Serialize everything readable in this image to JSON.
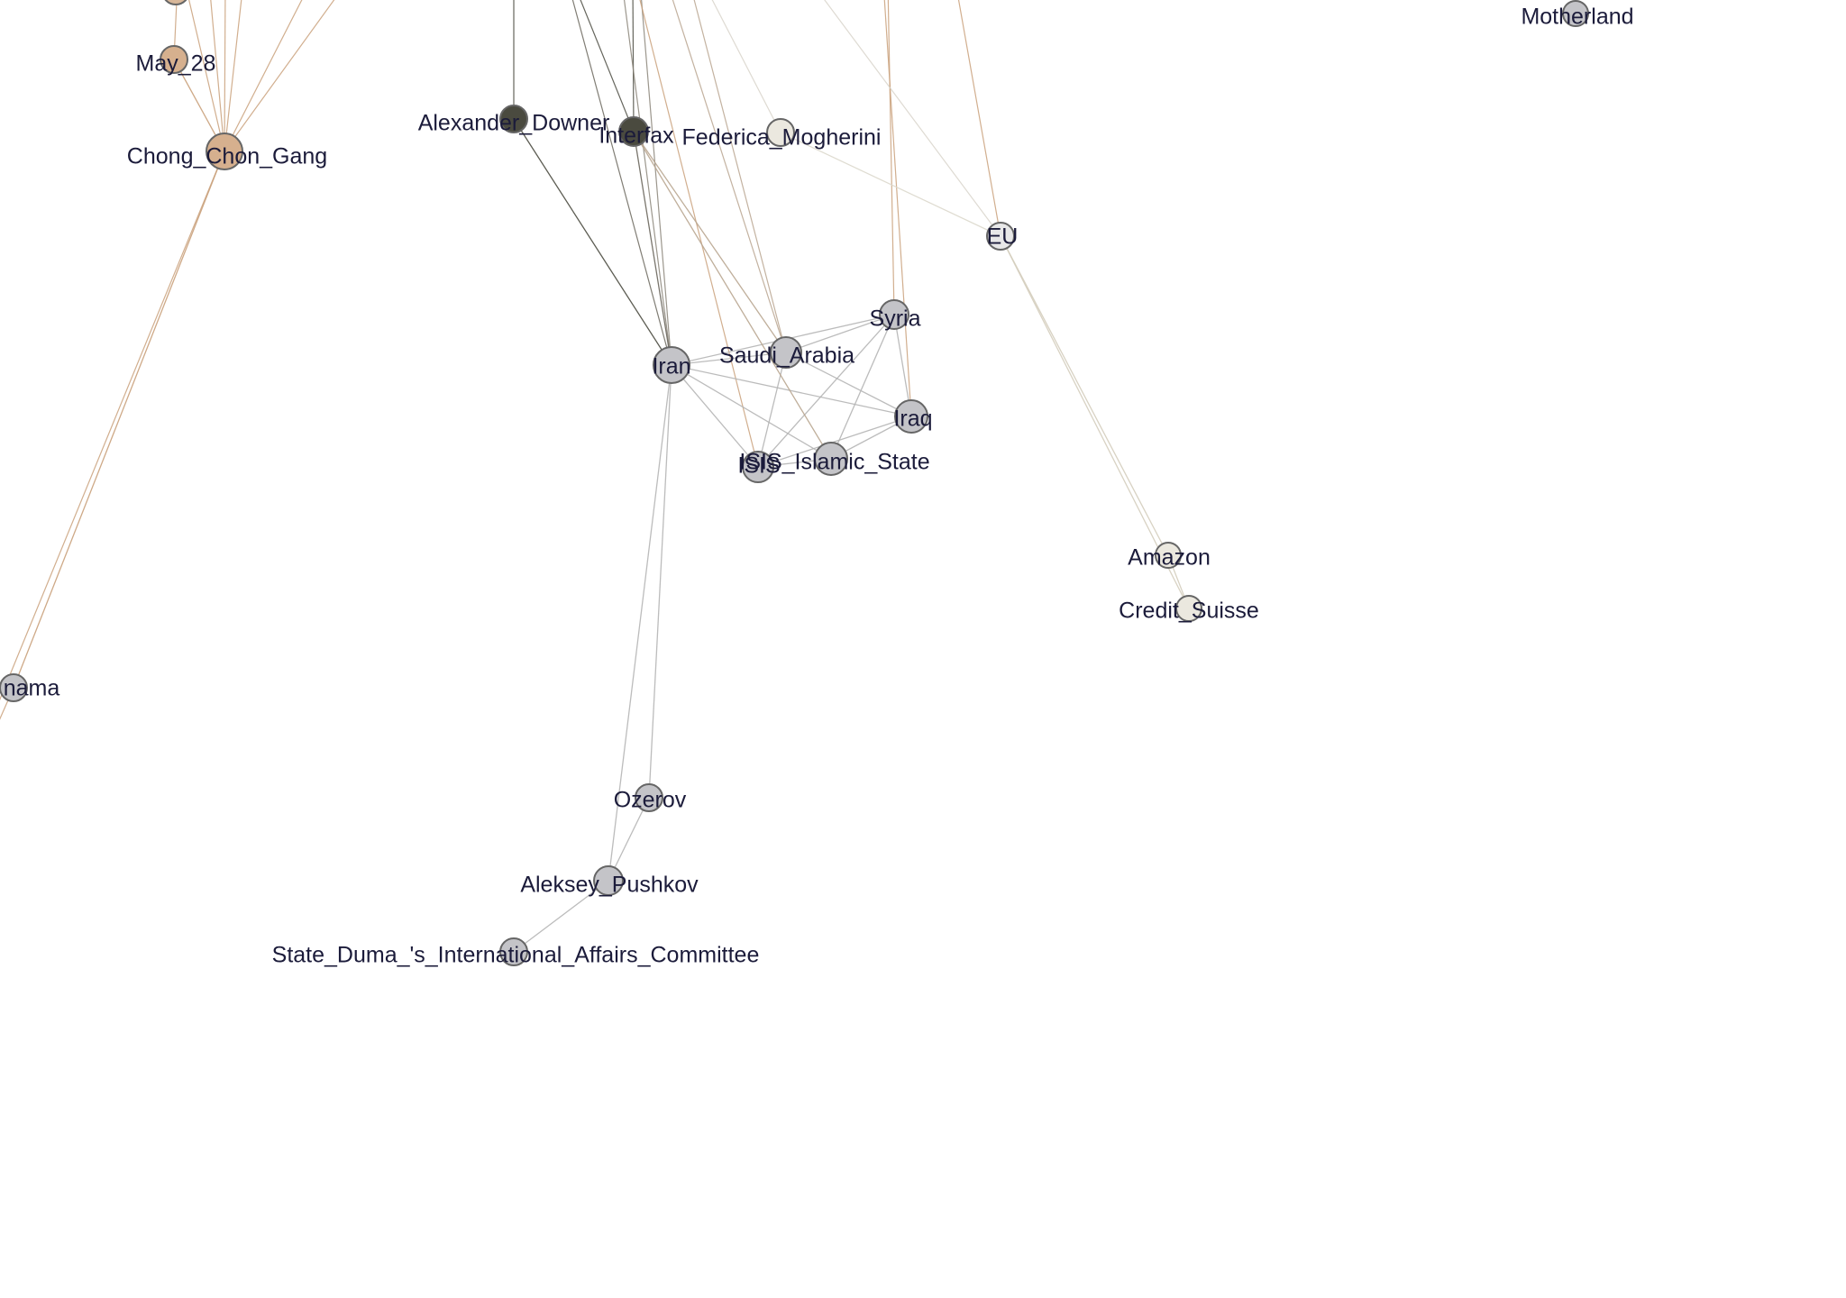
{
  "graph": {
    "nodes": [
      {
        "id": "partial_top",
        "label": "",
        "color": "#d8b799"
      },
      {
        "id": "May_28",
        "label": "May_28",
        "color": "#d6b08e"
      },
      {
        "id": "Chong_Chon_Gang",
        "label": "Chong_Chon_Gang",
        "color": "#d6b08e"
      },
      {
        "id": "Alexander_Downer",
        "label": "Alexander_Downer",
        "color": "#4a4a3f"
      },
      {
        "id": "Interfax",
        "label": "Interfax",
        "color": "#4a4a3f"
      },
      {
        "id": "Federica_Mogherini",
        "label": "Federica_Mogherini",
        "color": "#ebe8df"
      },
      {
        "id": "EU",
        "label": "EU",
        "color": "#e8e8e8"
      },
      {
        "id": "Motherland",
        "label": "Motherland",
        "color": "#c4c4c8"
      },
      {
        "id": "Syria",
        "label": "Syria",
        "color": "#c4c4c8"
      },
      {
        "id": "Saudi_Arabia",
        "label": "Saudi_Arabia",
        "color": "#c4c4c8"
      },
      {
        "id": "Iran",
        "label": "Iran",
        "color": "#c4c4c8"
      },
      {
        "id": "Iraq",
        "label": "Iraq",
        "color": "#c4c4c8"
      },
      {
        "id": "ISIS",
        "label": "ISIS",
        "color": "#c4c4c8"
      },
      {
        "id": "Islamic_State",
        "label": "ISIS_Islamic_State",
        "color": "#c4c4c8"
      },
      {
        "id": "Amazon",
        "label": "Amazon",
        "color": "#ebe8df"
      },
      {
        "id": "Credit_Suisse",
        "label": "Credit_Suisse",
        "color": "#ebe8df"
      },
      {
        "id": "Panama",
        "label": "nama",
        "color": "#c4c4c8"
      },
      {
        "id": "Ozerov",
        "label": "Ozerov",
        "color": "#c4c4c8"
      },
      {
        "id": "Aleksey_Pushkov",
        "label": "Aleksey_Pushkov",
        "color": "#c4c4c8"
      },
      {
        "id": "State_Duma_Committee",
        "label": "State_Duma_'s_International_Affairs_Committee",
        "color": "#c4c4c8"
      }
    ],
    "edges": [
      {
        "source": "May_28",
        "target": "Chong_Chon_Gang",
        "color": "#c9a07a"
      },
      {
        "source": "Chong_Chon_Gang",
        "target": "Panama",
        "color": "#c9a07a"
      },
      {
        "source": "Iran",
        "target": "Saudi_Arabia",
        "color": "#b5b5b5"
      },
      {
        "source": "Iran",
        "target": "Syria",
        "color": "#b5b5b5"
      },
      {
        "source": "Iran",
        "target": "Iraq",
        "color": "#b5b5b5"
      },
      {
        "source": "Iran",
        "target": "ISIS",
        "color": "#b5b5b5"
      },
      {
        "source": "Iran",
        "target": "Islamic_State",
        "color": "#b5b5b5"
      },
      {
        "source": "Saudi_Arabia",
        "target": "Syria",
        "color": "#b5b5b5"
      },
      {
        "source": "Saudi_Arabia",
        "target": "Iraq",
        "color": "#b5b5b5"
      },
      {
        "source": "Saudi_Arabia",
        "target": "ISIS",
        "color": "#b5b5b5"
      },
      {
        "source": "Syria",
        "target": "Iraq",
        "color": "#b5b5b5"
      },
      {
        "source": "Syria",
        "target": "ISIS",
        "color": "#b5b5b5"
      },
      {
        "source": "Syria",
        "target": "Islamic_State",
        "color": "#b5b5b5"
      },
      {
        "source": "Iraq",
        "target": "Islamic_State",
        "color": "#b5b5b5"
      },
      {
        "source": "Iraq",
        "target": "ISIS",
        "color": "#b5b5b5"
      },
      {
        "source": "ISIS",
        "target": "Islamic_State",
        "color": "#b5b5b5"
      },
      {
        "source": "Iran",
        "target": "Ozerov",
        "color": "#b5b5b5"
      },
      {
        "source": "Iran",
        "target": "Aleksey_Pushkov",
        "color": "#b5b5b5"
      },
      {
        "source": "Ozerov",
        "target": "Aleksey_Pushkov",
        "color": "#b5b5b5"
      },
      {
        "source": "Aleksey_Pushkov",
        "target": "State_Duma_Committee",
        "color": "#b5b5b5"
      },
      {
        "source": "Alexander_Downer",
        "target": "Iran",
        "color": "#4a4a3f"
      },
      {
        "source": "Interfax",
        "target": "Iran",
        "color": "#6a665c"
      },
      {
        "source": "Interfax",
        "target": "Saudi_Arabia",
        "color": "#b8a58f"
      },
      {
        "source": "Interfax",
        "target": "Islamic_State",
        "color": "#b8a58f"
      },
      {
        "source": "Federica_Mogherini",
        "target": "EU",
        "color": "#dcd8cc"
      },
      {
        "source": "EU",
        "target": "Amazon",
        "color": "#d4cdbd"
      },
      {
        "source": "EU",
        "target": "Credit_Suisse",
        "color": "#d4cdbd"
      },
      {
        "source": "Amazon",
        "target": "Credit_Suisse",
        "color": "#d4cdbd"
      }
    ]
  }
}
